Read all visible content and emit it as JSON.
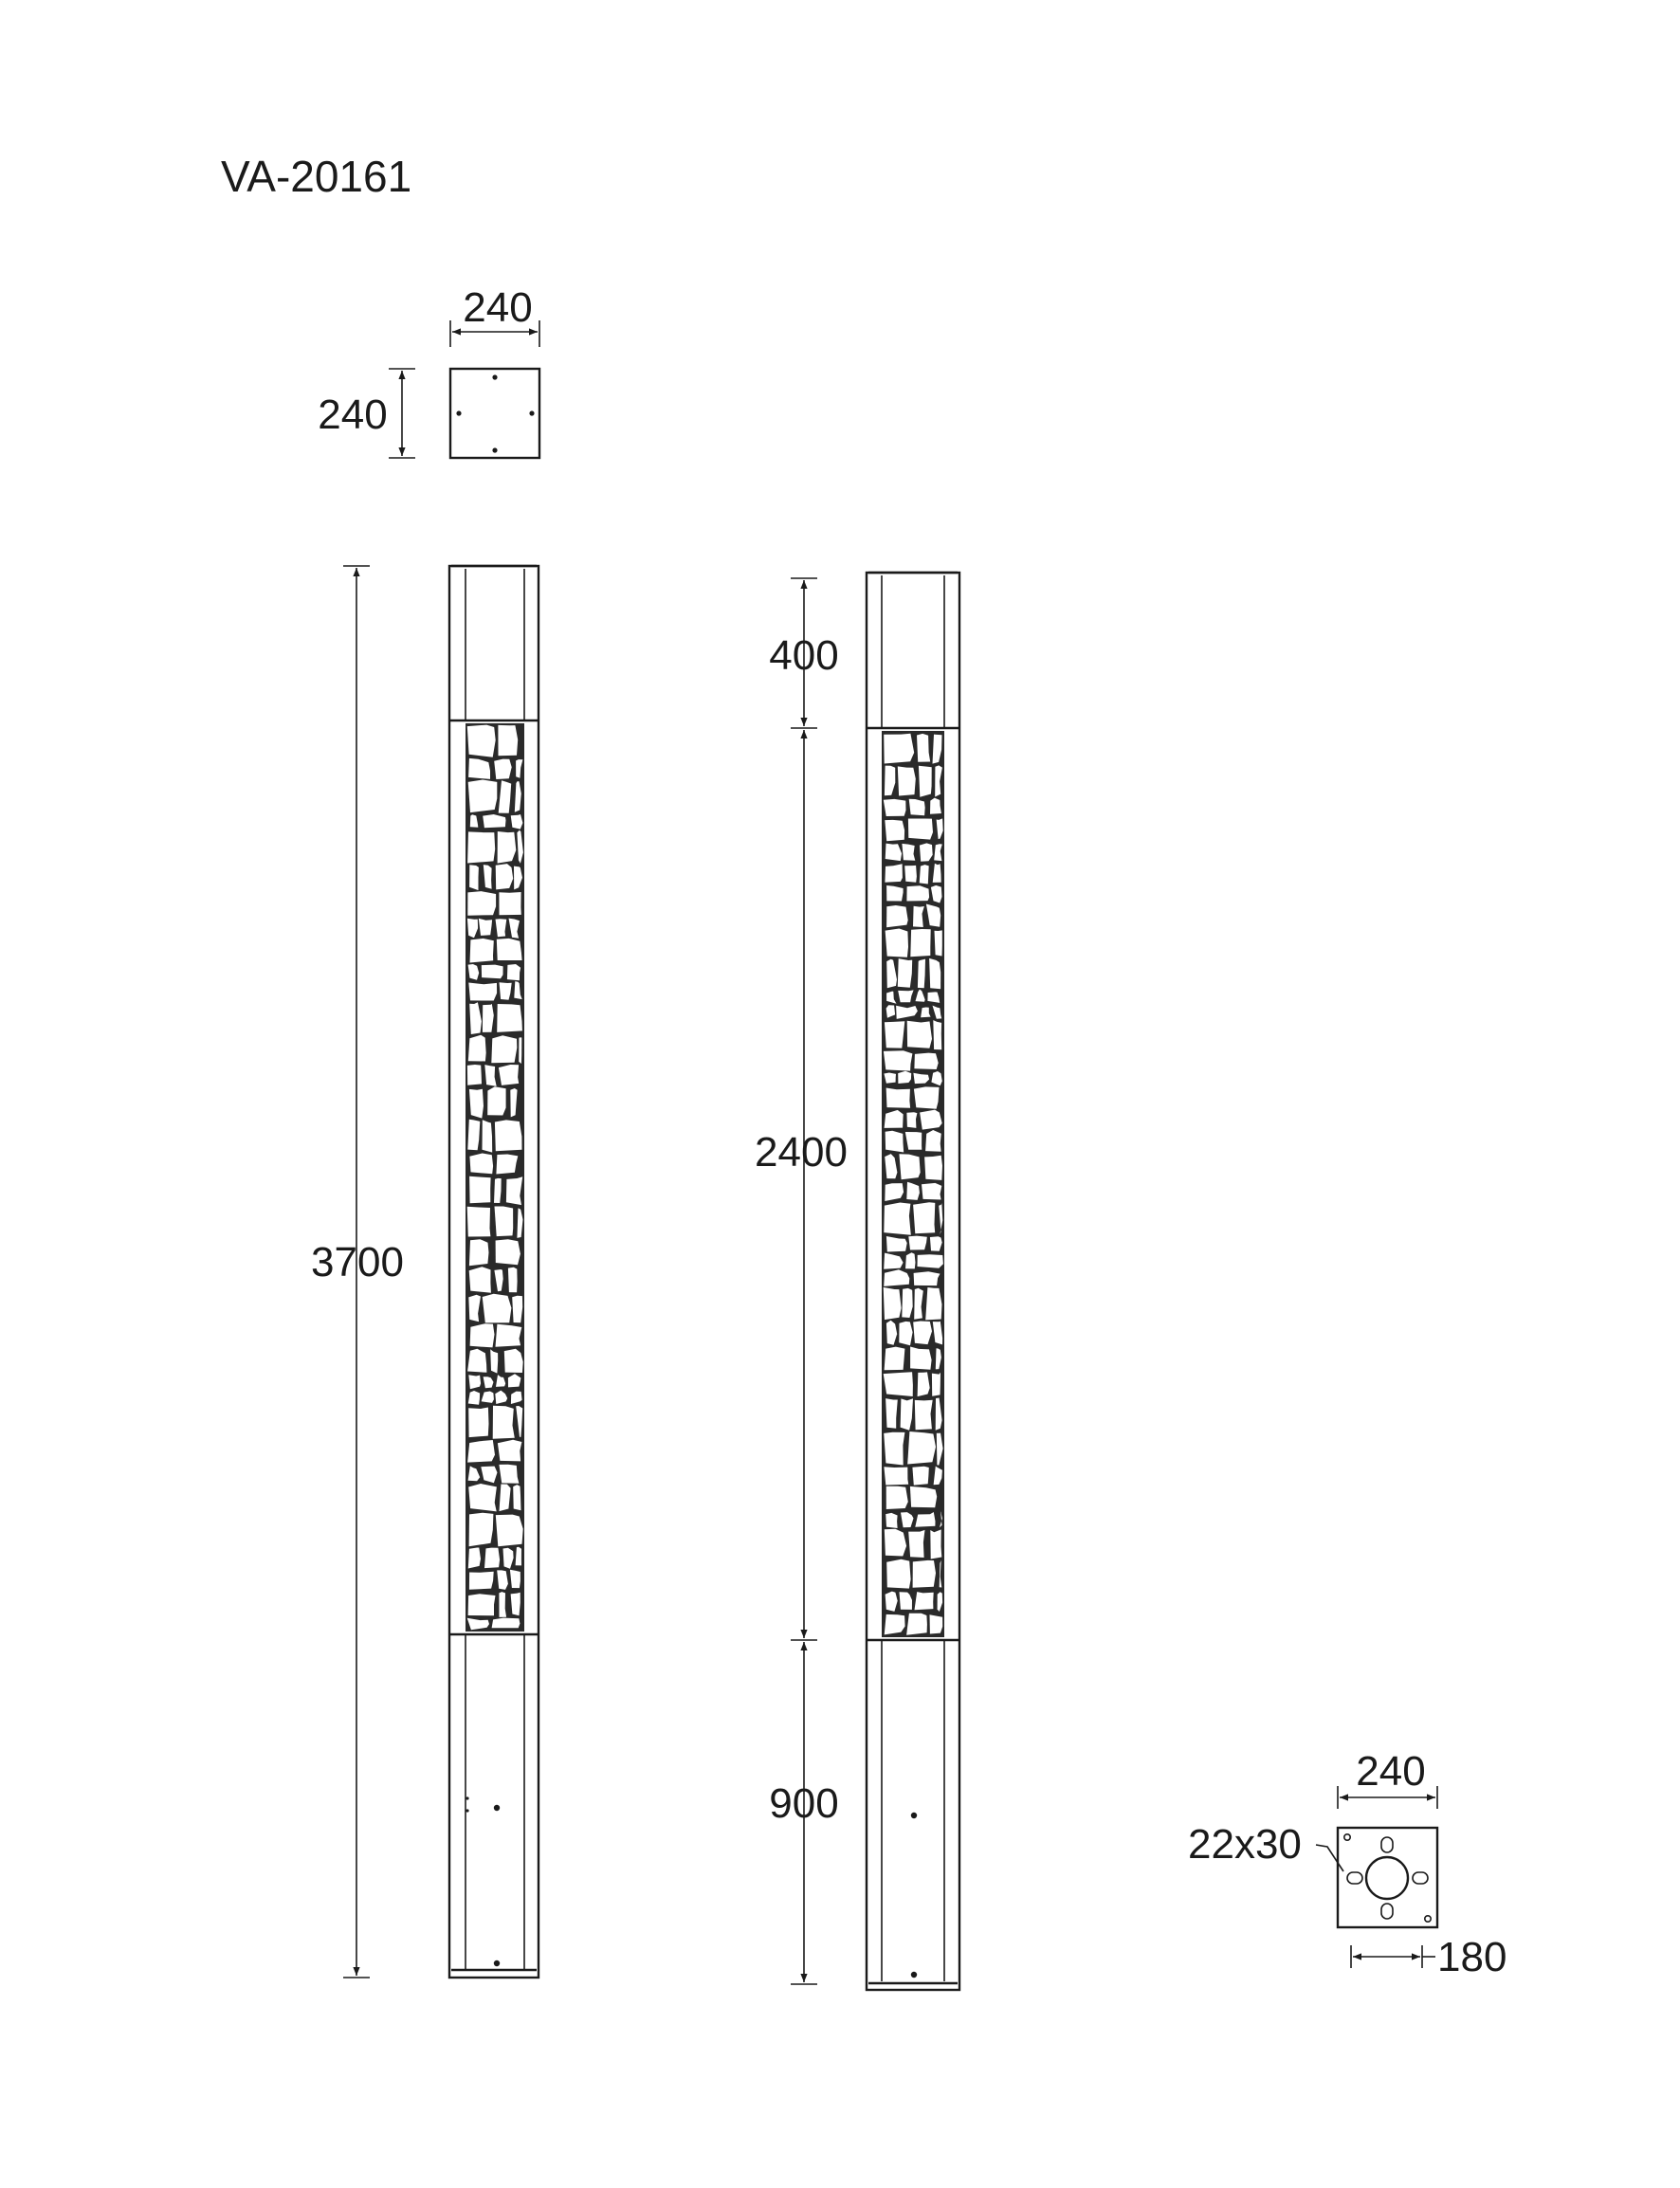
{
  "title": "VA-20161",
  "top_view": {
    "width": "240",
    "depth": "240"
  },
  "front_view": {
    "height": "3700"
  },
  "side_view": {
    "top_section": "400",
    "mid_section": "2400",
    "bottom_section": "900"
  },
  "base_plate": {
    "width": "240",
    "slot": "22x30",
    "hole_spacing": "180"
  },
  "colors": {
    "line": "#1a1a1a",
    "background": "#ffffff"
  }
}
